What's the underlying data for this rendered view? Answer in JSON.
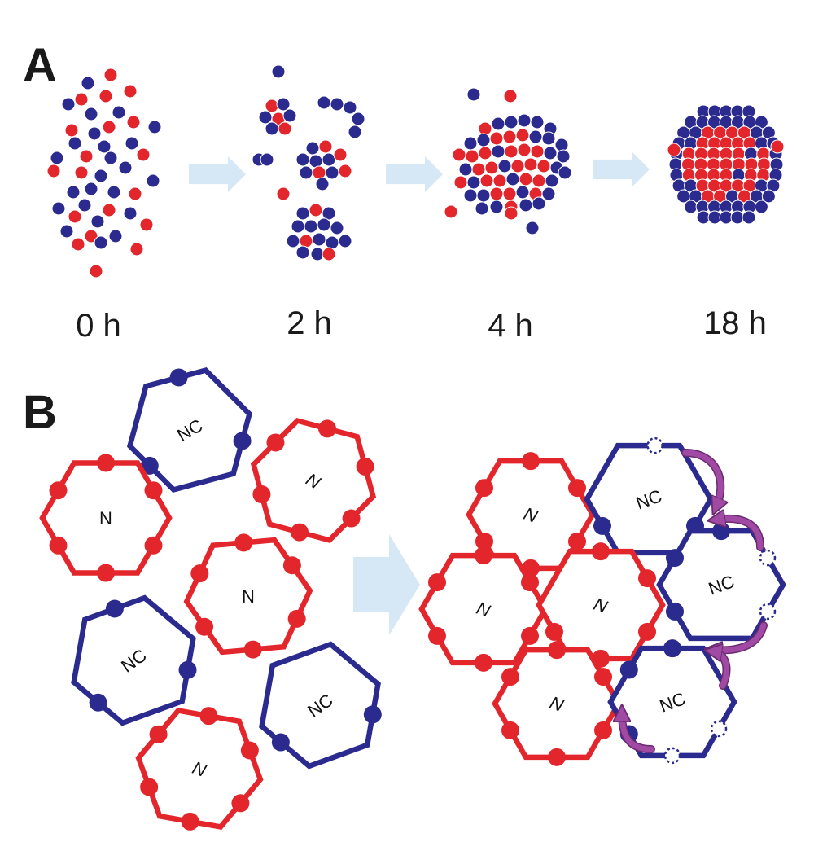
{
  "colors": {
    "n_cell": "#e3262c",
    "nc_cell": "#2b2a8e",
    "arrow_fill": "#d6e8f6",
    "transfer_arrow": "#a04aa3",
    "transfer_arrow_outline": "#6a2a72"
  },
  "panel_a": {
    "letter": "A",
    "stages": [
      {
        "label": "0 h"
      },
      {
        "label": "2 h"
      },
      {
        "label": "4 h"
      },
      {
        "label": "18 h"
      }
    ]
  },
  "panel_b": {
    "letter": "B",
    "labels": {
      "n": "N",
      "nc": "NC"
    }
  },
  "icons": [
    "process-arrow-icon",
    "transfer-arrow-icon"
  ]
}
